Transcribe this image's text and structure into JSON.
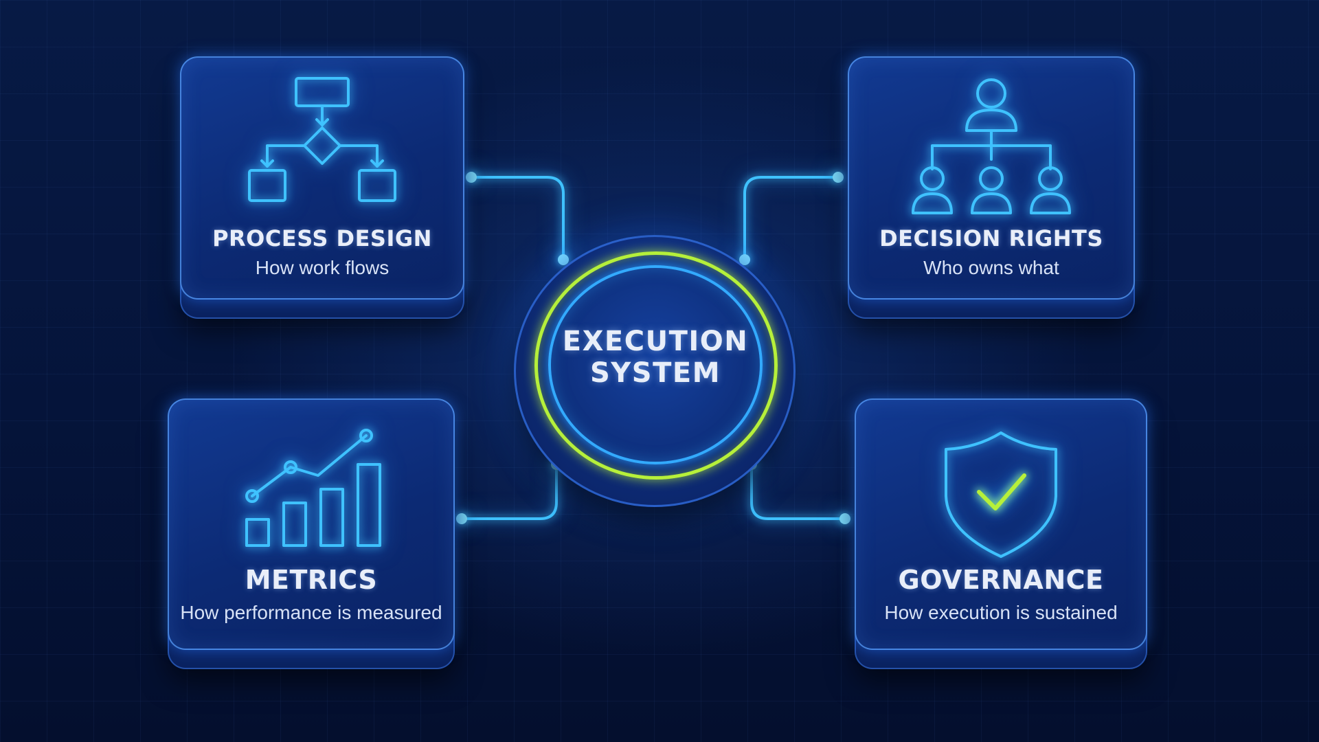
{
  "diagram": {
    "hub": {
      "line1": "EXECUTION",
      "line2": "SYSTEM"
    },
    "nodes": [
      {
        "id": "process-design",
        "title": "PROCESS DESIGN",
        "subtitle": "How work flows",
        "icon": "flowchart-icon"
      },
      {
        "id": "decision-rights",
        "title": "DECISION RIGHTS",
        "subtitle": "Who owns what",
        "icon": "org-chart-icon"
      },
      {
        "id": "metrics",
        "title": "METRICS",
        "subtitle": "How performance is measured",
        "icon": "bar-chart-icon"
      },
      {
        "id": "governance",
        "title": "GOVERNANCE",
        "subtitle": "How execution is sustained",
        "icon": "shield-check-icon"
      }
    ]
  },
  "colors": {
    "background": "#061536",
    "card": "#0c2a74",
    "neon_blue": "#33aaff",
    "neon_green": "#b7f03a",
    "text": "#e9eef9"
  }
}
